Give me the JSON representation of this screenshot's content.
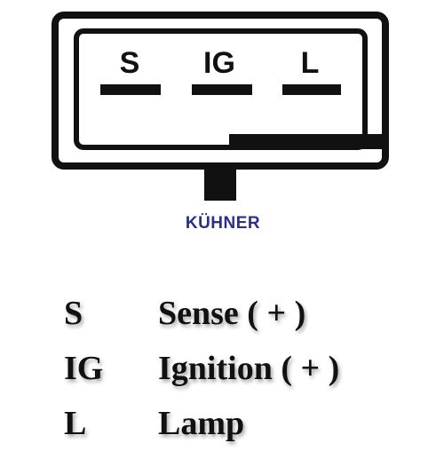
{
  "diagram": {
    "pins": [
      {
        "label": "S"
      },
      {
        "label": "IG"
      },
      {
        "label": "L"
      }
    ],
    "brand": "KÜHNER"
  },
  "legend": [
    {
      "code": "S",
      "description": "Sense ( + )"
    },
    {
      "code": "IG",
      "description": "Ignition ( + )"
    },
    {
      "code": "L",
      "description": "Lamp"
    }
  ],
  "colors": {
    "outline": "#111111",
    "brand": "#2b2f86",
    "background": "#ffffff"
  }
}
